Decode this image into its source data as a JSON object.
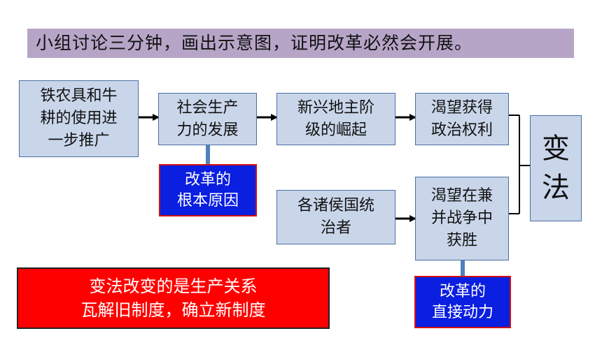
{
  "title": "小组讨论三分钟，画出示意图，证明改革必然会开展。",
  "nodes": {
    "iron_tools": "铁农具和牛\n耕的使用进\n一步推广",
    "productivity": "社会生产\n力的发展",
    "landlord": "新兴地主阶\n级的崛起",
    "political_rights": "渴望获得\n政治权利",
    "rulers": "各诸侯国统\n治者",
    "win_war": "渴望在兼\n并战争中\n获胜",
    "reform": "变\n法"
  },
  "labels": {
    "root_cause": "改革的\n根本原因",
    "direct_cause": "改革的\n直接动力"
  },
  "conclusion": "变法改变的是生产关系\n瓦解旧制度，确立新制度",
  "colors": {
    "title_bg": "#b7a5c8",
    "node_bg": "#c9d6ea",
    "node_border": "#4a6fa0",
    "label_bg": "#0b1fe0",
    "label_border": "#d01010",
    "conclusion_bg": "#ff0000"
  }
}
